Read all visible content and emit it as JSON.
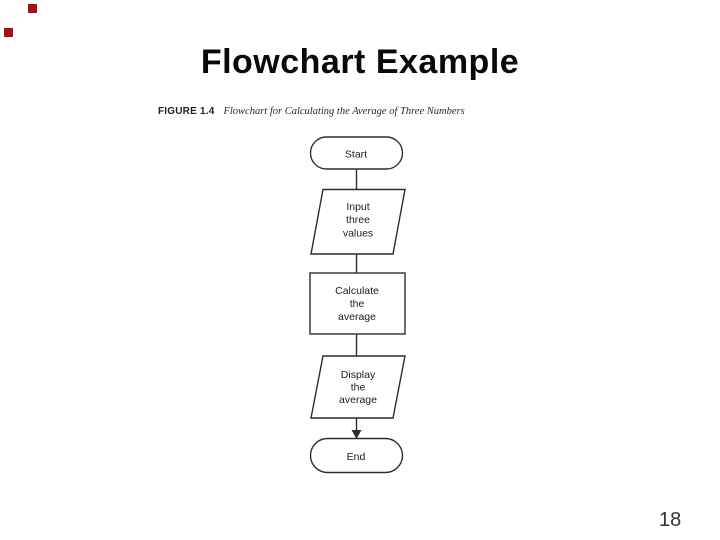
{
  "slide": {
    "title": "Flowchart Example",
    "page_number": "18",
    "background_color": "#ffffff",
    "corner_accent_color": "#9e1218"
  },
  "figure": {
    "label": "FIGURE 1.4",
    "caption": "Flowchart for Calculating the Average of Three Numbers"
  },
  "flowchart": {
    "stroke_color": "#2d2d2d",
    "nodes": [
      {
        "id": "start",
        "type": "terminator",
        "lines": [
          "Start"
        ]
      },
      {
        "id": "input",
        "type": "input-output",
        "lines": [
          "Input",
          "three",
          "values"
        ]
      },
      {
        "id": "calculate",
        "type": "process",
        "lines": [
          "Calculate",
          "the",
          "average"
        ]
      },
      {
        "id": "display",
        "type": "input-output",
        "lines": [
          "Display",
          "the",
          "average"
        ]
      },
      {
        "id": "end",
        "type": "terminator",
        "lines": [
          "End"
        ]
      }
    ],
    "edges": [
      {
        "from": "start",
        "to": "input",
        "arrow": false
      },
      {
        "from": "input",
        "to": "calculate",
        "arrow": false
      },
      {
        "from": "calculate",
        "to": "display",
        "arrow": false
      },
      {
        "from": "display",
        "to": "end",
        "arrow": true
      }
    ]
  }
}
